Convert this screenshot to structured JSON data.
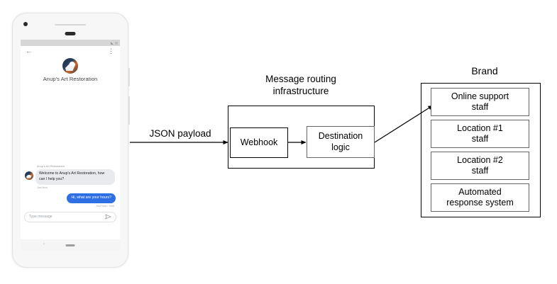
{
  "phone": {
    "status_bar": {
      "signal_icon": "signal-triangle-icon",
      "battery_icon": "battery-icon"
    },
    "app_bar": {
      "back_icon": "back-arrow-icon",
      "overflow_icon": "overflow-menu-icon"
    },
    "brand_name": "Anup's Art Restoration",
    "avatar_icon": "brand-avatar-image",
    "conversation": {
      "incoming": {
        "sender": "Anup's Art Restoration",
        "text": "Welcome to Anup's Art Restoration, how can I help you?",
        "timestamp": "Just Now"
      },
      "outgoing": {
        "text": "Hi, what are your hours?",
        "timestamp": "Just Now • Sent"
      }
    },
    "composer": {
      "placeholder": "Type message",
      "send_icon": "send-icon"
    },
    "navbar": {
      "back_icon": "nav-back-icon",
      "home_icon": "nav-home-pill-icon"
    }
  },
  "diagram": {
    "payload_arrow_label": "JSON payload",
    "infrastructure": {
      "title": "Message routing\ninfrastructure",
      "nodes": [
        {
          "label": "Webhook"
        },
        {
          "label": "Destination\nlogic"
        }
      ]
    },
    "brand": {
      "title": "Brand",
      "nodes": [
        {
          "label": "Online support\nstaff"
        },
        {
          "label": "Location #1\nstaff"
        },
        {
          "label": "Location #2\nstaff"
        },
        {
          "label": "Automated\nresponse system"
        }
      ]
    }
  },
  "colors": {
    "outgoing_bubble": "#2f6fe4",
    "incoming_bubble": "#e8eaed",
    "stroke": "#000000",
    "box_border_gray": "#666666"
  }
}
